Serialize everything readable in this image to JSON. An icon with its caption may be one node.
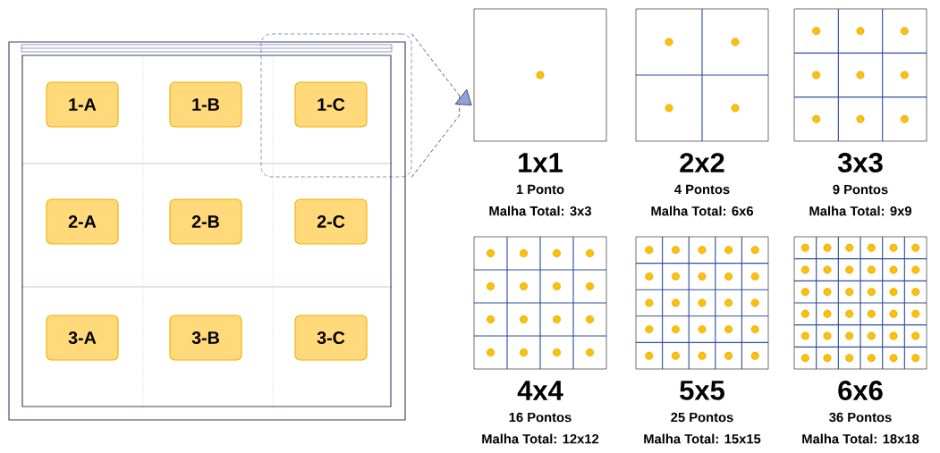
{
  "diagram": {
    "nodes": [
      {
        "text": [],
        "shape": "box"
      },
      {
        "text": [
          "1-A"
        ],
        "in": 0
      },
      {
        "text": [
          "1-B"
        ],
        "in": 0
      },
      {
        "text": [
          "1-C"
        ],
        "in": 10
      },
      {
        "text": [
          "2-A"
        ],
        "in": 0
      },
      {
        "text": [
          "2-B"
        ],
        "in": 0
      },
      {
        "text": [
          "2-C"
        ],
        "in": 0
      },
      {
        "text": [
          "3-A"
        ],
        "in": 0
      },
      {
        "text": [
          "3-B"
        ],
        "in": 0
      },
      {
        "text": [
          "3-C"
        ],
        "in": 0
      },
      {
        "text": [],
        "shape": "box"
      },
      {
        "text": [],
        "shape": "box",
        "beside": [
          "1x1",
          "1 Ponto",
          "Malha Total: 3x3"
        ]
      },
      {
        "text": [],
        "shape": "box",
        "beside": [
          "2x2",
          "4 Pontos",
          "Malha Total: 6x6"
        ]
      },
      {
        "text": [],
        "shape": "box",
        "beside": [
          "3x3",
          "9 Pontos",
          "Malha Total: 9x9"
        ]
      },
      {
        "text": [],
        "shape": "box",
        "beside": [
          "4x4",
          "16 Pontos",
          "Malha Total: 12x12"
        ]
      },
      {
        "text": [],
        "shape": "box",
        "beside": [
          "5x5",
          "25 Pontos",
          "Malha Total: 15x15"
        ]
      },
      {
        "text": [],
        "shape": "box",
        "beside": [
          "6x6",
          "36 Pontos",
          "Malha Total: 18x18"
        ]
      }
    ],
    "edges": [
      {
        "from": 10,
        "to": 11,
        "arrow": "to",
        "style": "dashed"
      }
    ]
  }
}
